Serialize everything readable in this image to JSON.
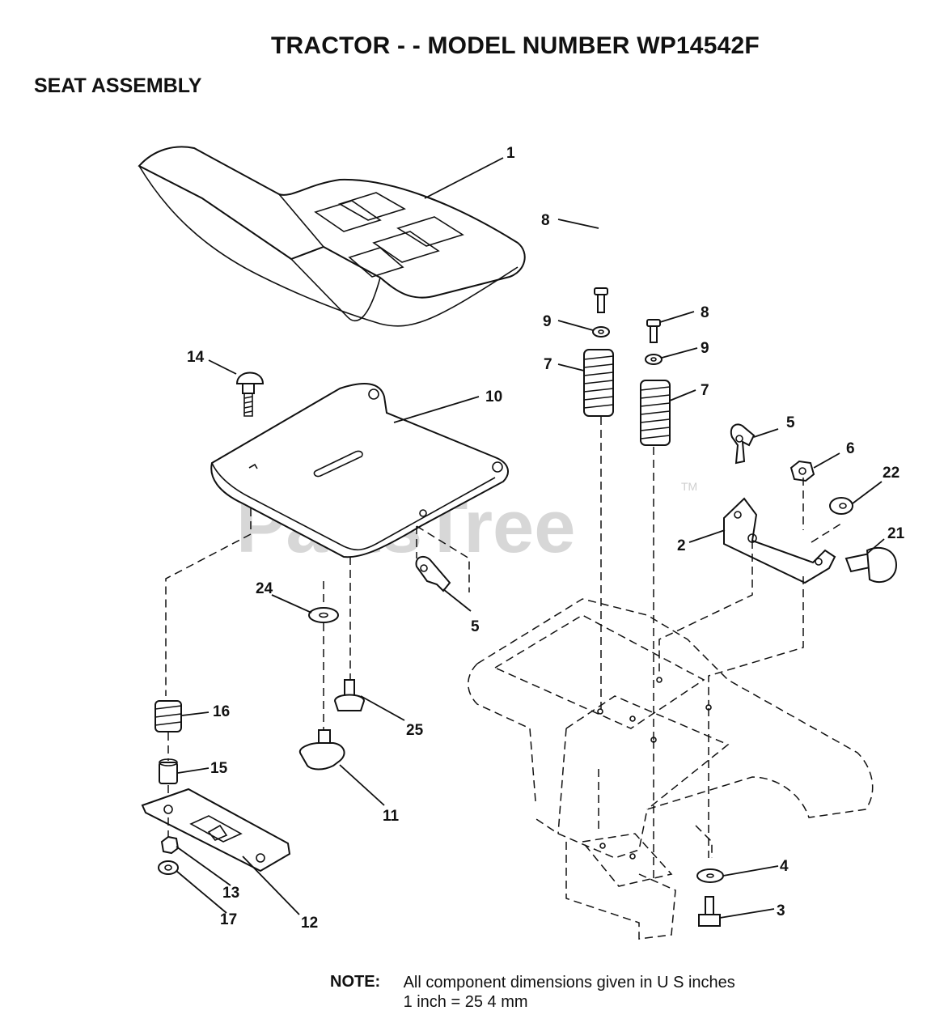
{
  "title": "TRACTOR - - MODEL NUMBER WP14542F",
  "subtitle": "SEAT ASSEMBLY",
  "watermark": "PartsTree",
  "watermark_tm": "TM",
  "note": {
    "label": "NOTE:",
    "line1": "All component dimensions given in U S  inches",
    "line2": "1 inch = 25 4 mm"
  },
  "callouts": [
    {
      "id": "c1",
      "text": "1"
    },
    {
      "id": "c8a",
      "text": "8"
    },
    {
      "id": "c9a",
      "text": "9"
    },
    {
      "id": "c7a",
      "text": "7"
    },
    {
      "id": "c8b",
      "text": "8"
    },
    {
      "id": "c9b",
      "text": "9"
    },
    {
      "id": "c7b",
      "text": "7"
    },
    {
      "id": "c14",
      "text": "14"
    },
    {
      "id": "c10",
      "text": "10"
    },
    {
      "id": "c5a",
      "text": "5"
    },
    {
      "id": "c6",
      "text": "6"
    },
    {
      "id": "c22",
      "text": "22"
    },
    {
      "id": "c21",
      "text": "21"
    },
    {
      "id": "c2",
      "text": "2"
    },
    {
      "id": "c5b",
      "text": "5"
    },
    {
      "id": "c24",
      "text": "24"
    },
    {
      "id": "c25",
      "text": "25"
    },
    {
      "id": "c16",
      "text": "16"
    },
    {
      "id": "c15",
      "text": "15"
    },
    {
      "id": "c11",
      "text": "11"
    },
    {
      "id": "c13",
      "text": "13"
    },
    {
      "id": "c17",
      "text": "17"
    },
    {
      "id": "c12",
      "text": "12"
    },
    {
      "id": "c4",
      "text": "4"
    },
    {
      "id": "c3",
      "text": "3"
    }
  ]
}
